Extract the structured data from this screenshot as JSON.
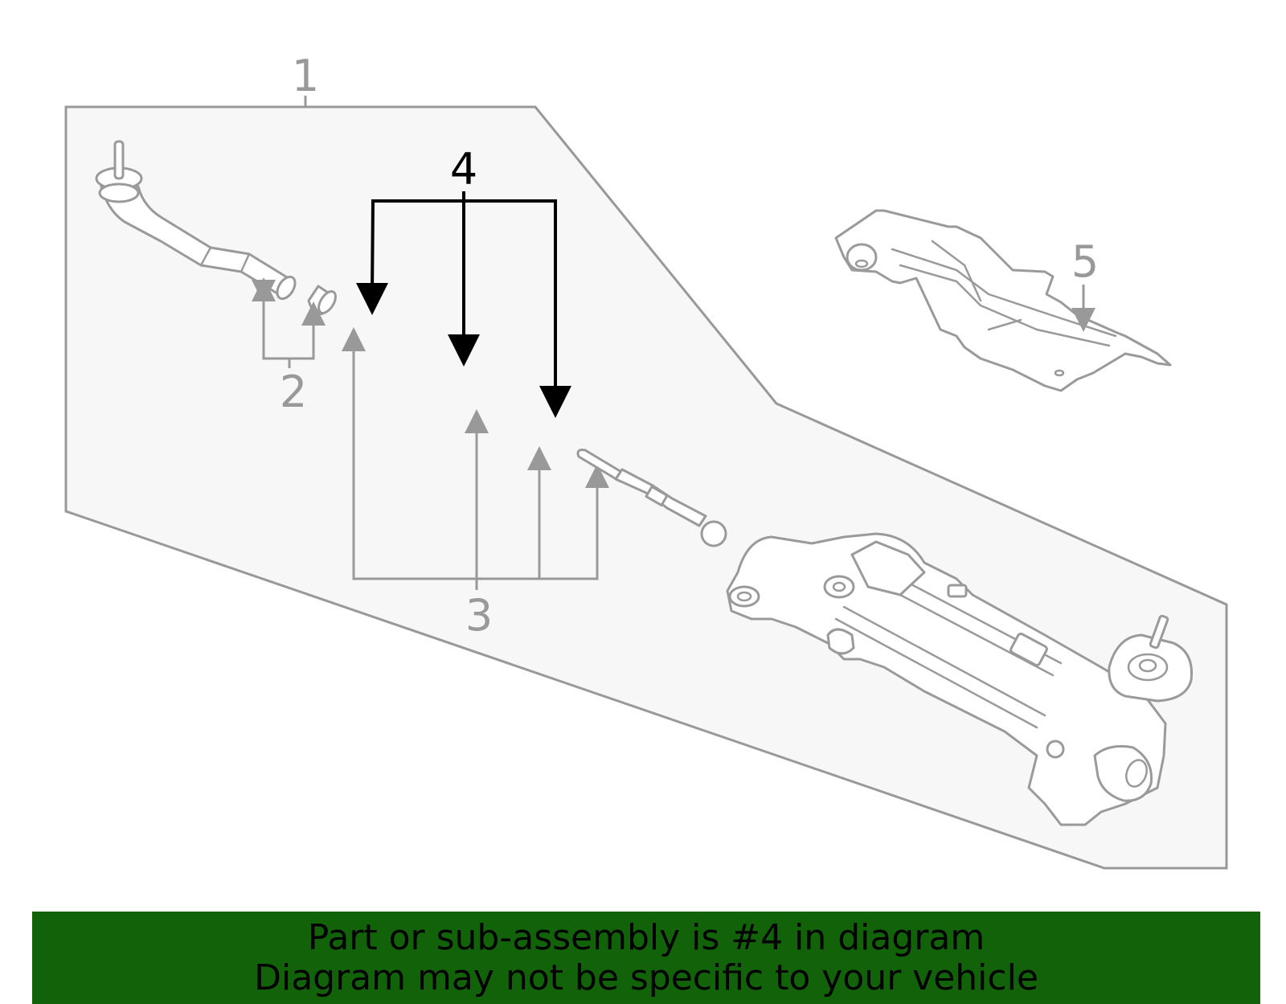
{
  "diagram": {
    "callouts": [
      {
        "id": "1",
        "label": "1"
      },
      {
        "id": "2",
        "label": "2"
      },
      {
        "id": "3",
        "label": "3"
      },
      {
        "id": "4",
        "label": "4",
        "highlighted": true
      },
      {
        "id": "5",
        "label": "5"
      }
    ],
    "colors": {
      "line": "#999999",
      "highlight": "#000000",
      "panel_fill": "#f7f7f7",
      "banner": "#116208"
    },
    "icons": [
      "tie-rod-end-icon",
      "boot-clamp-icon",
      "inner-tie-rod-icon",
      "steering-gear-icon",
      "heat-shield-icon"
    ]
  },
  "banner": {
    "line1": "Part or sub-assembly is #4 in diagram",
    "line2": "Diagram may not be specific to your vehicle"
  }
}
